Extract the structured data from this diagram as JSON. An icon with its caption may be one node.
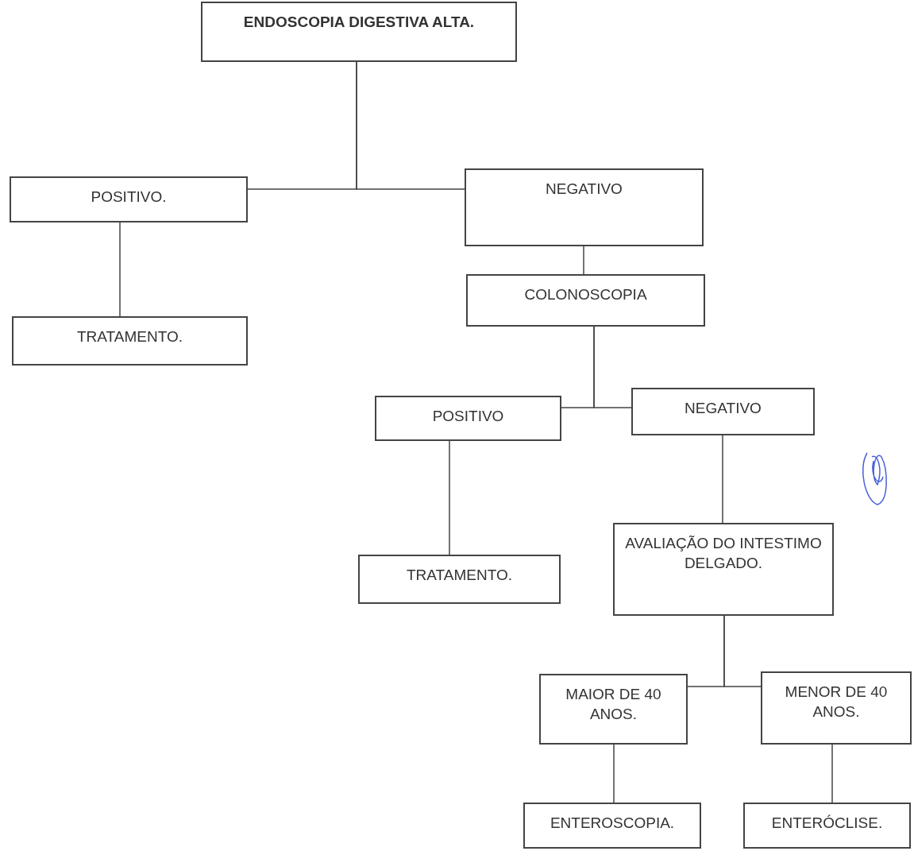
{
  "diagram": {
    "nodes": [
      {
        "text": [
          "ENDOSCOPIA DIGESTIVA ALTA."
        ]
      },
      {
        "text": [
          "POSITIVO."
        ]
      },
      {
        "text": [
          "NEGATIVO"
        ]
      },
      {
        "text": [
          "TRATAMENTO."
        ]
      },
      {
        "text": [
          "COLONOSCOPIA"
        ]
      },
      {
        "text": [
          "POSITIVO"
        ]
      },
      {
        "text": [
          "NEGATIVO"
        ]
      },
      {
        "text": [
          "TRATAMENTO."
        ]
      },
      {
        "text": [
          "AVALIAÇÃO DO INTESTIMO DELGADO."
        ]
      },
      {
        "text": [
          "MAIOR DE 40 ANOS."
        ]
      },
      {
        "text": [
          "MENOR DE 40 ANOS."
        ]
      },
      {
        "text": [
          "ENTEROSCOPIA."
        ]
      },
      {
        "text": [
          "ENTERÓCLISE."
        ]
      }
    ],
    "edges": [
      {
        "from": 0,
        "to": 1,
        "arrow": "none"
      },
      {
        "from": 0,
        "to": 2,
        "arrow": "none"
      },
      {
        "from": 1,
        "to": 3,
        "arrow": "none"
      },
      {
        "from": 2,
        "to": 4,
        "arrow": "none"
      },
      {
        "from": 4,
        "to": 5,
        "arrow": "none"
      },
      {
        "from": 4,
        "to": 6,
        "arrow": "none"
      },
      {
        "from": 5,
        "to": 7,
        "arrow": "none"
      },
      {
        "from": 6,
        "to": 8,
        "arrow": "none"
      },
      {
        "from": 8,
        "to": 9,
        "arrow": "none"
      },
      {
        "from": 8,
        "to": 10,
        "arrow": "none"
      },
      {
        "from": 9,
        "to": 11,
        "arrow": "none"
      },
      {
        "from": 10,
        "to": 12,
        "arrow": "none"
      }
    ]
  }
}
